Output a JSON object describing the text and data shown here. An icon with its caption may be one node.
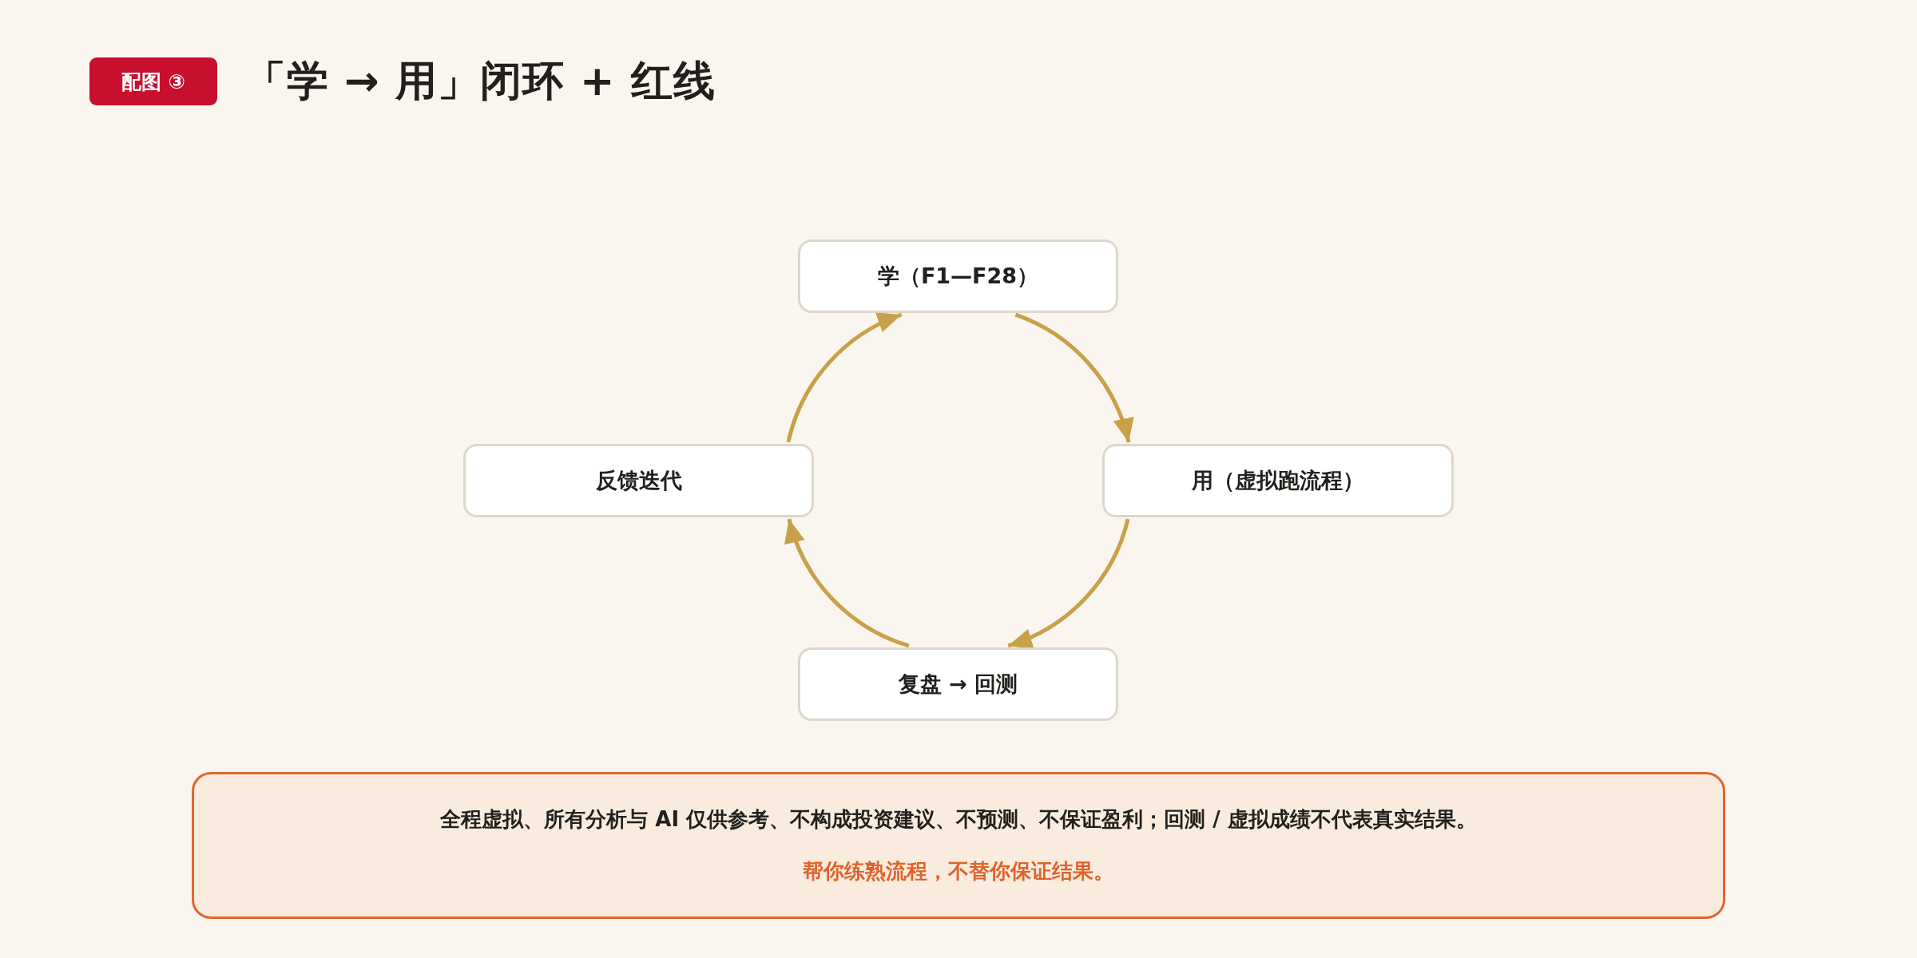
{
  "diagram": {
    "title": "「学 → 用」闭环 + 红线",
    "nodes": [
      {
        "text": [
          "配图 ③"
        ]
      },
      {
        "text": [
          "学（F1—F28）"
        ]
      },
      {
        "text": [
          "反馈迭代"
        ]
      },
      {
        "text": [
          "用（虚拟跑流程）"
        ]
      },
      {
        "text": [
          "复盘 → 回测"
        ]
      },
      {
        "text": [
          "全程虚拟、所有分析与 AI 仅供参考、不构成投资建议、不预测、不保证盈利；回测 / 虚拟成绩不代表真实结果。",
          "帮你练熟流程，不替你保证结果。"
        ]
      }
    ],
    "edges": [
      {
        "from": 1,
        "to": 3,
        "arrow": "to"
      },
      {
        "from": 3,
        "to": 4,
        "arrow": "to"
      },
      {
        "from": 4,
        "to": 2,
        "arrow": "to"
      },
      {
        "from": 2,
        "to": 1,
        "arrow": "to"
      }
    ]
  }
}
